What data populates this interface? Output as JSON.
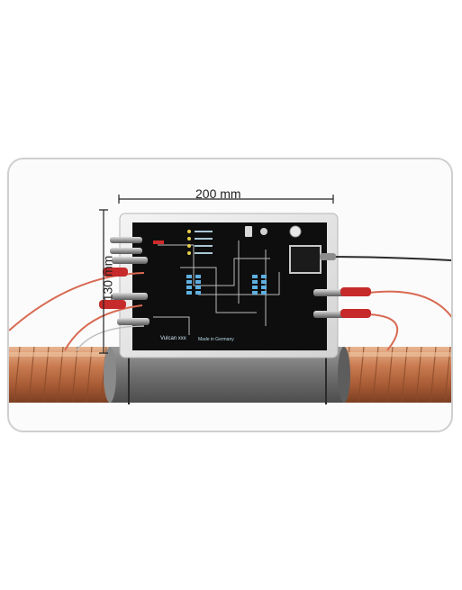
{
  "product": {
    "brand_label": "Vulcan xxx",
    "made_label": "Made in Germany"
  },
  "dimensions": {
    "width_label": "200 mm",
    "height_label": "130 mm"
  },
  "colors": {
    "copper": "#c9825a",
    "sleeve": "#7b7b7b",
    "panel": "#0d0d0d",
    "cable_red": "#c62a2a"
  }
}
